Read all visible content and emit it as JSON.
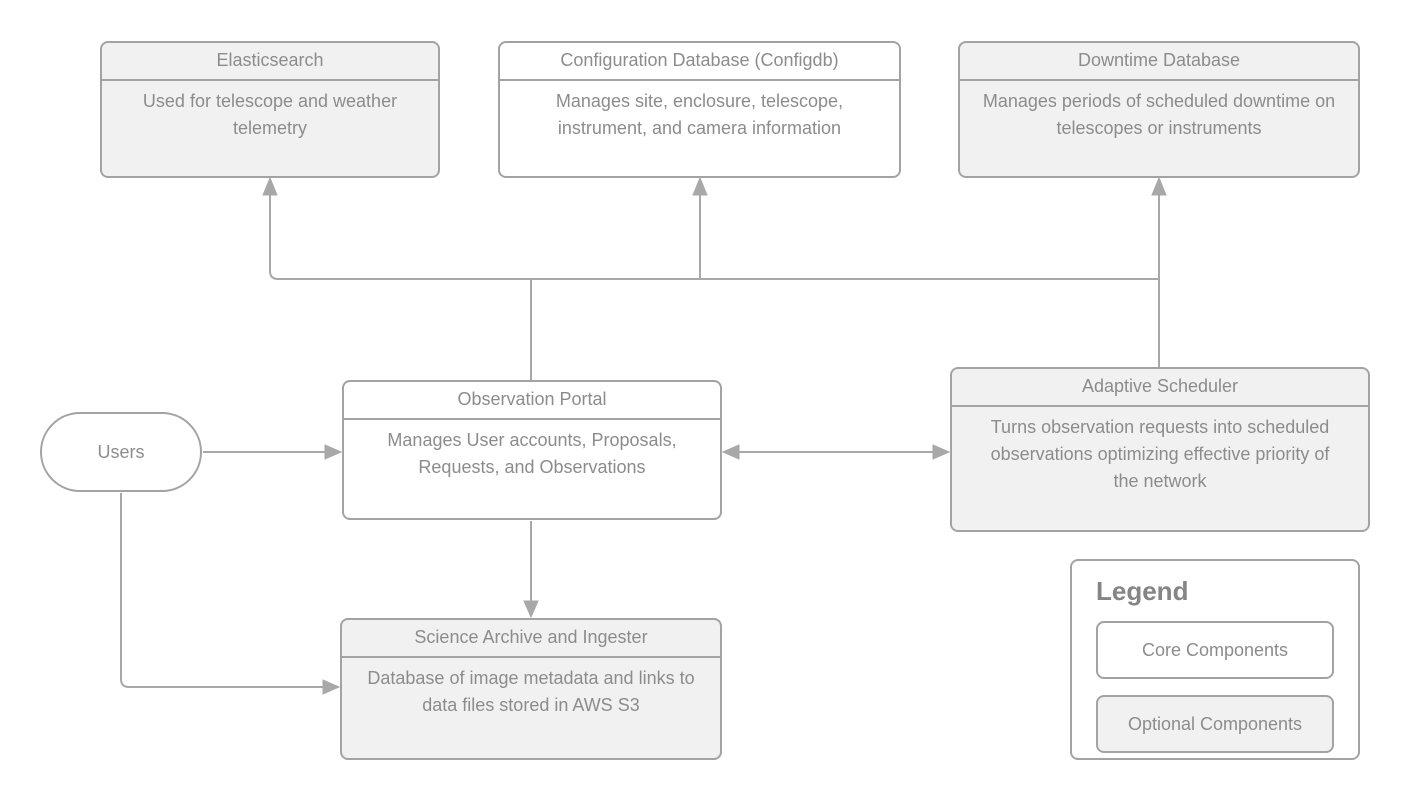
{
  "diagram": {
    "nodes": {
      "elasticsearch": {
        "title": "Elasticsearch",
        "description": "Used for telescope and weather telemetry",
        "type": "optional"
      },
      "configdb": {
        "title": "Configuration Database (Configdb)",
        "description": "Manages site, enclosure, telescope, instrument, and camera information",
        "type": "core"
      },
      "downtime_db": {
        "title": "Downtime Database",
        "description": "Manages periods of scheduled downtime on telescopes or instruments",
        "type": "optional"
      },
      "observation_portal": {
        "title": "Observation Portal",
        "description": "Manages User accounts, Proposals, Requests, and Observations",
        "type": "core"
      },
      "adaptive_scheduler": {
        "title": "Adaptive Scheduler",
        "description": "Turns observation requests into scheduled observations optimizing effective priority of the network",
        "type": "optional"
      },
      "science_archive": {
        "title": "Science Archive and Ingester",
        "description": "Database of image metadata and links to data files stored in AWS S3",
        "type": "optional"
      },
      "users": {
        "label": "Users",
        "type": "core"
      }
    },
    "legend": {
      "title": "Legend",
      "items": [
        {
          "label": "Core Components",
          "style": "core"
        },
        {
          "label": "Optional Components",
          "style": "optional"
        }
      ]
    },
    "connections": [
      {
        "from": "observation_portal",
        "to": "elasticsearch",
        "direction": "one-way"
      },
      {
        "from": "observation_portal",
        "to": "configdb",
        "direction": "one-way"
      },
      {
        "from": "adaptive_scheduler",
        "to": "downtime_db",
        "direction": "one-way"
      },
      {
        "from": "users",
        "to": "observation_portal",
        "direction": "one-way"
      },
      {
        "from": "users",
        "to": "science_archive",
        "direction": "one-way"
      },
      {
        "from": "observation_portal",
        "to": "science_archive",
        "direction": "one-way"
      },
      {
        "from": "observation_portal",
        "to": "adaptive_scheduler",
        "direction": "two-way"
      }
    ],
    "colors": {
      "core_fill": "#ffffff",
      "optional_fill": "#f1f1f1",
      "border": "#a3a3a3",
      "text": "#8c8c8c",
      "line": "#a8a8a8"
    }
  }
}
